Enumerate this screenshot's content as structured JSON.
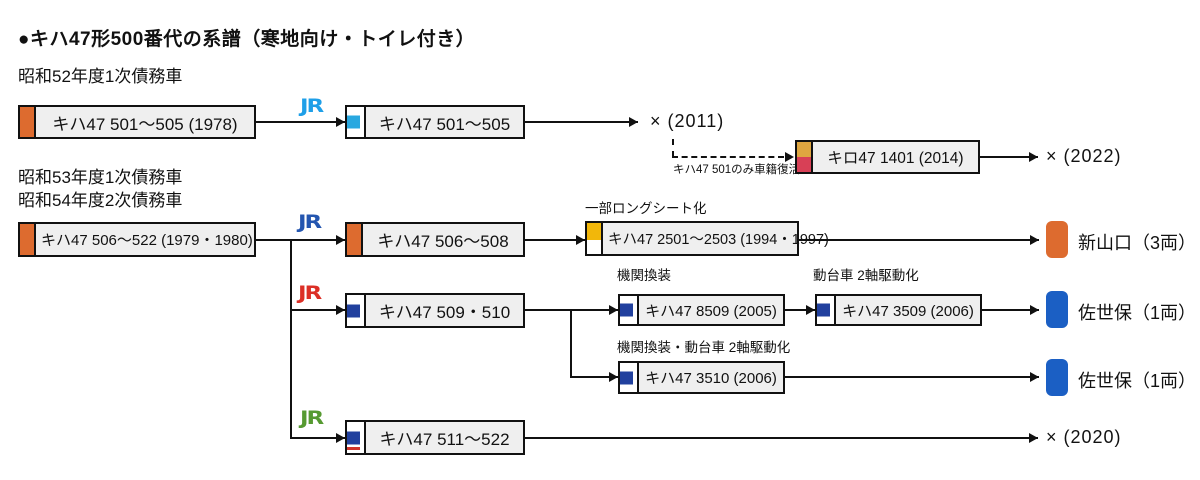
{
  "title": "●キハ47形500番代の系譜（寒地向け・トイレ付き）",
  "era_labels": {
    "s52_1": "昭和52年度1次債務車",
    "s53_1": "昭和53年度1次債務車",
    "s54_2": "昭和54年度2次債務車"
  },
  "jr_mark": "JR",
  "nodes": {
    "kiha47_501_505_1978": "キハ47 501〜505 (1978)",
    "kiha47_501_505": "キハ47 501〜505",
    "kiro47_1401": "キロ47 1401 (2014)",
    "kiha47_506_522": "キハ47 506〜522 (1979・1980)",
    "kiha47_506_508": "キハ47 506〜508",
    "kiha47_2501_2503": "キハ47 2501〜2503 (1994・1997)",
    "kiha47_509_510": "キハ47 509・510",
    "kiha47_8509": "キハ47 8509 (2005)",
    "kiha47_3509": "キハ47 3509 (2006)",
    "kiha47_3510": "キハ47 3510 (2006)",
    "kiha47_511_522": "キハ47 511〜522"
  },
  "annotations": {
    "revival_note": "キハ47 501のみ車籍復活",
    "longseat": "一部ロングシート化",
    "engine_swap": "機関換装",
    "bogie_drive": "動台車 2軸駆動化",
    "engine_bogie": "機関換装・動台車 2軸駆動化"
  },
  "end_marks": {
    "e2011": "× (2011)",
    "e2022": "× (2022)",
    "e2020": "× (2020)"
  },
  "destinations": {
    "shinyamaguchi": "新山口（3両）",
    "sasebo_1": "佐世保（1両）",
    "sasebo_2": "佐世保（1両）"
  },
  "colors": {
    "stripe_orange": "#DD6B2F",
    "stripe_gold": "#DFA640",
    "stripe_crimson": "#D84056",
    "stripe_yellow": "#F2B70A",
    "square_light_blue": "#29A8E0",
    "square_navy": "#21409E",
    "red_underline": "#D0332A",
    "jr_light_blue": "#1E9FE8",
    "jr_blue": "#2456B0",
    "jr_red": "#DC2F26",
    "jr_green": "#569A31",
    "badge_orange": "#DD6B2F",
    "badge_blue": "#1B5FC4",
    "box_fill": "#EFEFEF"
  }
}
